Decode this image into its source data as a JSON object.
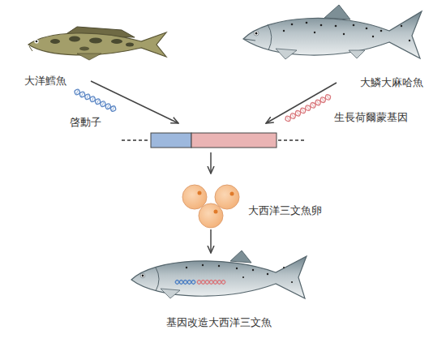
{
  "diagram": {
    "nodes": [
      {
        "text": [
          "大洋鱈魚"
        ]
      },
      {
        "text": [
          "大鱗大麻哈魚"
        ]
      },
      {
        "text": [
          "大西洋三文魚卵"
        ]
      },
      {
        "text": [
          "基因改造大西洋三文魚"
        ]
      }
    ],
    "edges": [
      {
        "from": 2,
        "to": 3,
        "arrow": "to"
      }
    ],
    "labels": [
      "啓動子",
      "生長荷爾蒙基因"
    ]
  }
}
